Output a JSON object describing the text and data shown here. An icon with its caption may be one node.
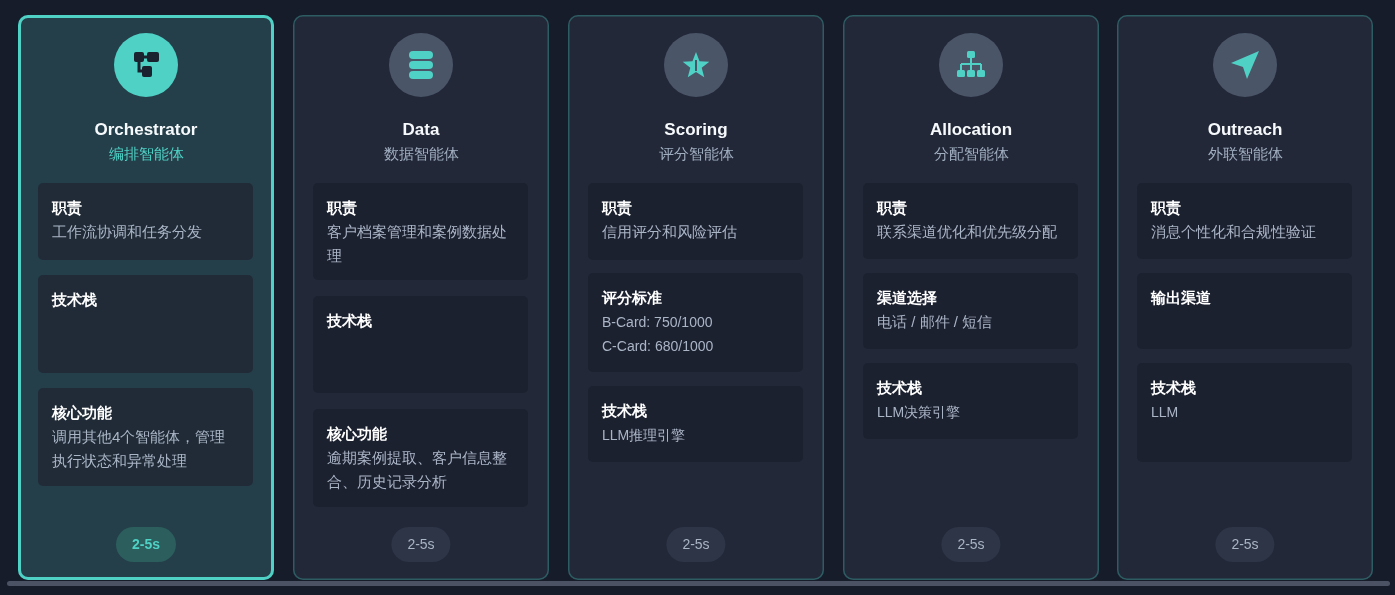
{
  "diagram": {
    "nodes": [
      {
        "text": [
          "Orchestrator",
          "编排智能体"
        ]
      },
      {
        "text": [
          "职责",
          "工作流协调和任务分发"
        ],
        "in": 0
      },
      {
        "text": [
          "技术栈"
        ],
        "in": 0
      },
      {
        "text": [
          "核心功能",
          "调用其他4个智能体，管理执行状态和异常处理"
        ],
        "in": 0
      },
      {
        "text": [
          "2-5s"
        ],
        "in": 0
      },
      {
        "text": [
          "Data",
          "数据智能体"
        ]
      },
      {
        "text": [
          "职责",
          "客户档案管理和案例数据处理"
        ],
        "in": 5
      },
      {
        "text": [
          "技术栈"
        ],
        "in": 5
      },
      {
        "text": [
          "核心功能",
          "逾期案例提取、客户信息整合、历史记录分析"
        ],
        "in": 5
      },
      {
        "text": [
          "2-5s"
        ],
        "in": 5
      },
      {
        "text": [
          "Scoring",
          "评分智能体"
        ]
      },
      {
        "text": [
          "职责",
          "信用评分和风险评估"
        ],
        "in": 10
      },
      {
        "text": [
          "评分标准",
          "B-Card: 750/1000",
          "C-Card: 680/1000"
        ],
        "in": 10
      },
      {
        "text": [
          "技术栈",
          "LLM推理引擎"
        ],
        "in": 10
      },
      {
        "text": [
          "2-5s"
        ],
        "in": 10
      },
      {
        "text": [
          "Allocation",
          "分配智能体"
        ]
      },
      {
        "text": [
          "职责",
          "联系渠道优化和优先级分配"
        ],
        "in": 15
      },
      {
        "text": [
          "渠道选择",
          "电话 / 邮件 / 短信"
        ],
        "in": 15
      },
      {
        "text": [
          "技术栈",
          "LLM决策引擎"
        ],
        "in": 15
      },
      {
        "text": [
          "2-5s"
        ],
        "in": 15
      },
      {
        "text": [
          "Outreach",
          "外联智能体"
        ]
      },
      {
        "text": [
          "职责",
          "消息个性化和合规性验证"
        ],
        "in": 20
      },
      {
        "text": [
          "输出渠道"
        ],
        "in": 20
      },
      {
        "text": [
          "技术栈",
          "LLM"
        ],
        "in": 20
      },
      {
        "text": [
          "2-5s"
        ],
        "in": 20
      }
    ]
  }
}
